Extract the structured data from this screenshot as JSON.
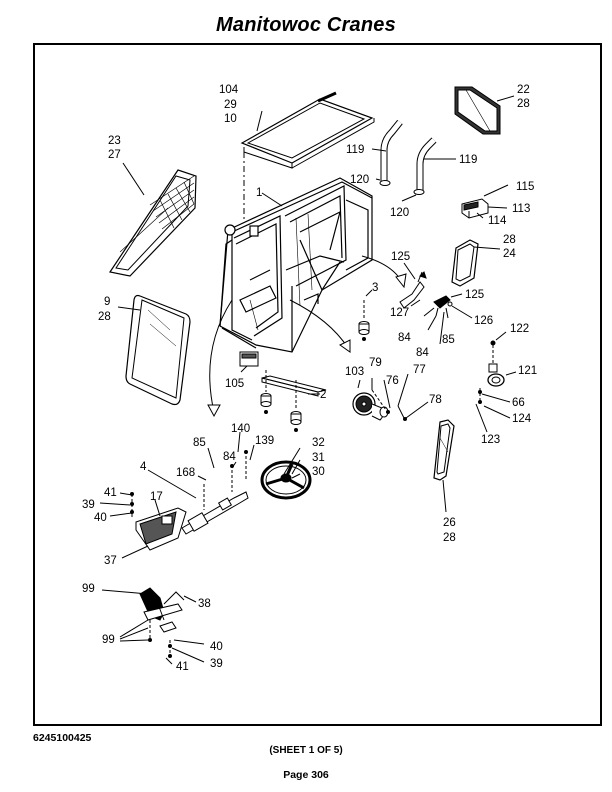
{
  "header": {
    "title": "Manitowoc Cranes"
  },
  "callouts": {
    "c104": "104",
    "c29": "29",
    "c10": "10",
    "c22": "22",
    "c28a": "28",
    "c23": "23",
    "c27": "27",
    "c119a": "119",
    "c119b": "119",
    "c120a": "120",
    "c120b": "120",
    "c115": "115",
    "c113": "113",
    "c114": "114",
    "c1": "1",
    "c28b": "28",
    "c24": "24",
    "c125a": "125",
    "c125b": "125",
    "c9": "9",
    "c28c": "28",
    "c3": "3",
    "c127": "127",
    "c126": "126",
    "c84a": "84",
    "c84b": "84",
    "c85a": "85",
    "c122": "122",
    "c121": "121",
    "c66": "66",
    "c124": "124",
    "c123": "123",
    "c105": "105",
    "c2": "2",
    "c103": "103",
    "c79": "79",
    "c76": "76",
    "c77": "77",
    "c78": "78",
    "c140": "140",
    "c139": "139",
    "c85b": "85",
    "c84c": "84",
    "c168": "168",
    "c32": "32",
    "c31": "31",
    "c30": "30",
    "c4": "4",
    "c41a": "41",
    "c39a": "39",
    "c40a": "40",
    "c17": "17",
    "c37": "37",
    "c26": "26",
    "c28d": "28",
    "c99a": "99",
    "c99b": "99",
    "c38": "38",
    "c40b": "40",
    "c39b": "39",
    "c41b": "41"
  },
  "footer": {
    "part_number": "6245100425",
    "sheet": "(SHEET 1 OF 5)",
    "page": "Page 306"
  }
}
